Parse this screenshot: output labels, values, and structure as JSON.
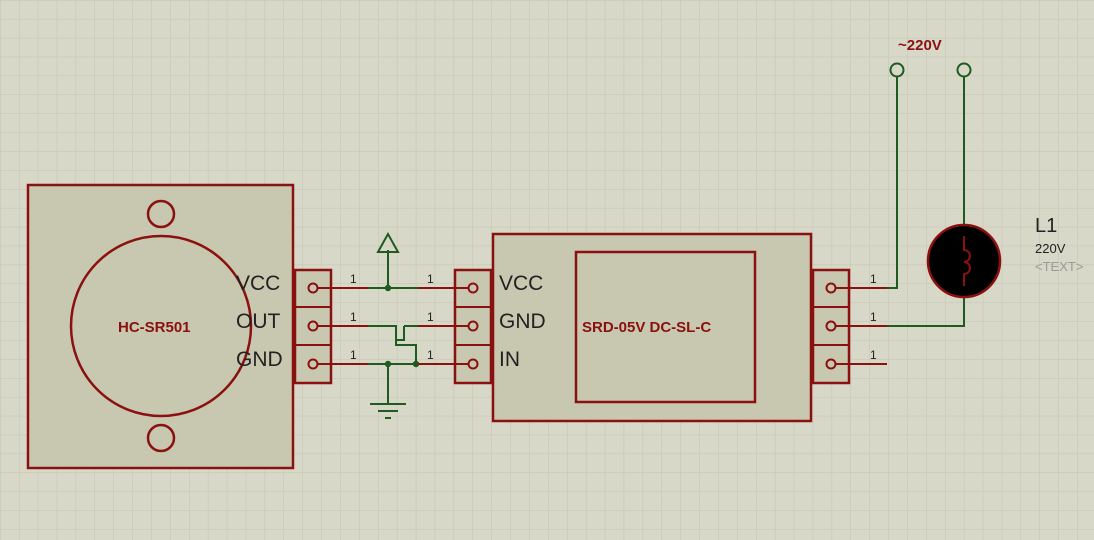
{
  "colors": {
    "background": "#d8d8c8",
    "grid": "#c4c4b2",
    "component_fill": "#c8c8b0",
    "component_stroke": "#8b1010",
    "wire": "#1f5a1f",
    "pin": "#8b1010",
    "lamp_body": "#000000"
  },
  "sensor": {
    "name": "HC-SR501",
    "pins": [
      "VCC",
      "OUT",
      "GND"
    ],
    "pin_numbers": [
      "1",
      "1",
      "1"
    ]
  },
  "relay": {
    "name": "SRD-05V DC-SL-C",
    "input_pins": [
      "VCC",
      "GND",
      "IN"
    ],
    "input_pin_numbers": [
      "1",
      "1",
      "1"
    ],
    "output_pin_numbers": [
      "1",
      "1",
      "1"
    ]
  },
  "mains": {
    "label": "~220V"
  },
  "lamp": {
    "designator": "L1",
    "value": "220V",
    "text_placeholder": "<TEXT>"
  },
  "icons": [
    "power-icon",
    "ground-icon",
    "terminal-icon",
    "lamp-icon"
  ]
}
